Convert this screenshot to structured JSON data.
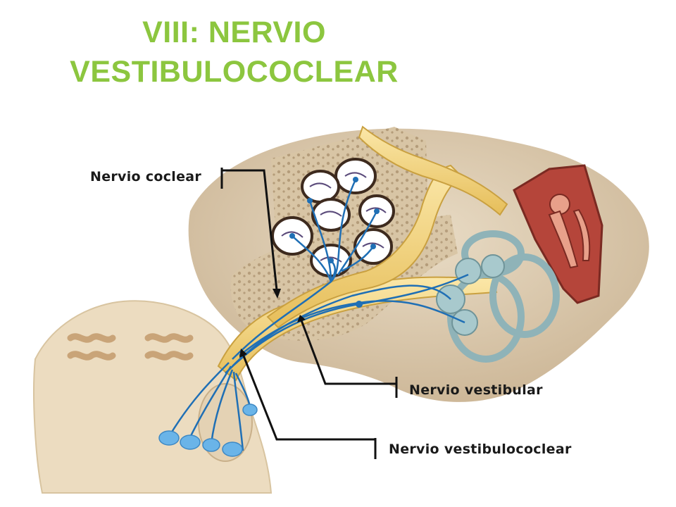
{
  "title": {
    "line1": "VIII: NERVIO",
    "line2": "VESTIBULOCOCLEAR"
  },
  "labels": {
    "cochlear": "Nervio coclear",
    "vestibular": "Nervio vestibular",
    "vestibulocochlear": "Nervio vestibulococlear"
  },
  "colors": {
    "title": "#8cc63f",
    "nerve": "#f3d27a",
    "bone": "#d9c6a8",
    "brainstem": "#ecdcc0",
    "neuron": "#1f6fb5",
    "semicircular": "#8fb3b8",
    "middle_ear": "#b5453a"
  }
}
